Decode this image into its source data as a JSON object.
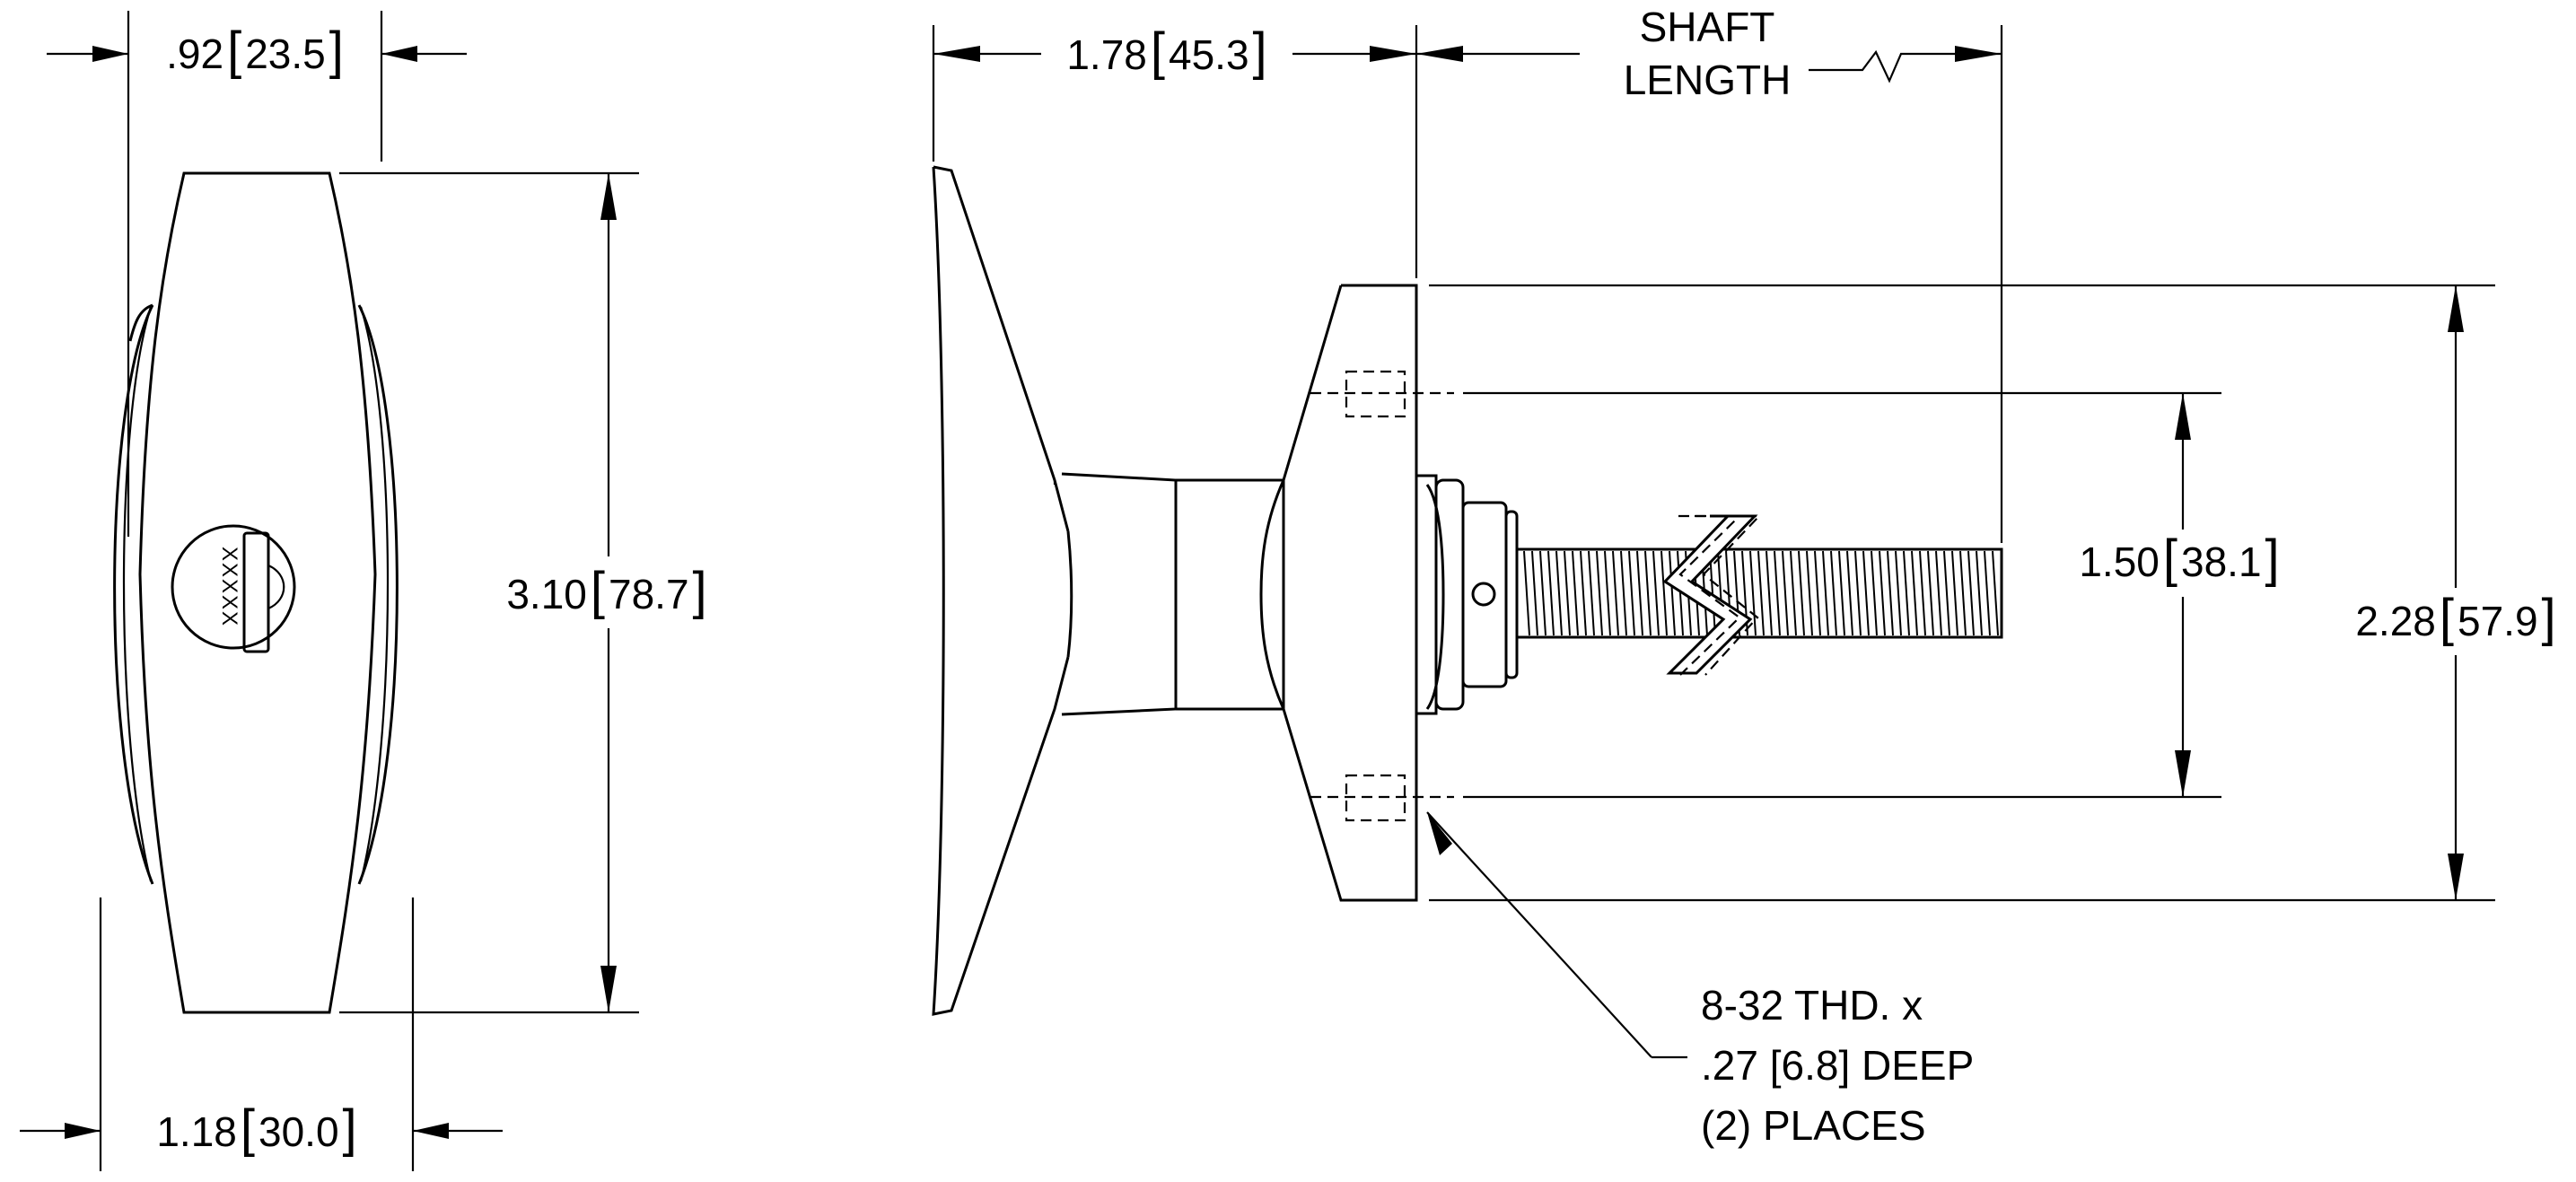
{
  "front_view": {
    "width_top": ".92[23.5]",
    "width_bottom": "1.18[30.0]",
    "height": "3.10[78.7]",
    "key_code": "XXXXX"
  },
  "side_view": {
    "handle_depth": "1.78[45.3]",
    "shaft_length_line1": "SHAFT",
    "shaft_length_line2": "LENGTH",
    "hole_spacing": "1.50[38.1]",
    "flange_height": "2.28[57.9]",
    "note_line1": "8-32 THD. x",
    "note_line2": ".27 [6.8] DEEP",
    "note_line3": "(2) PLACES"
  }
}
